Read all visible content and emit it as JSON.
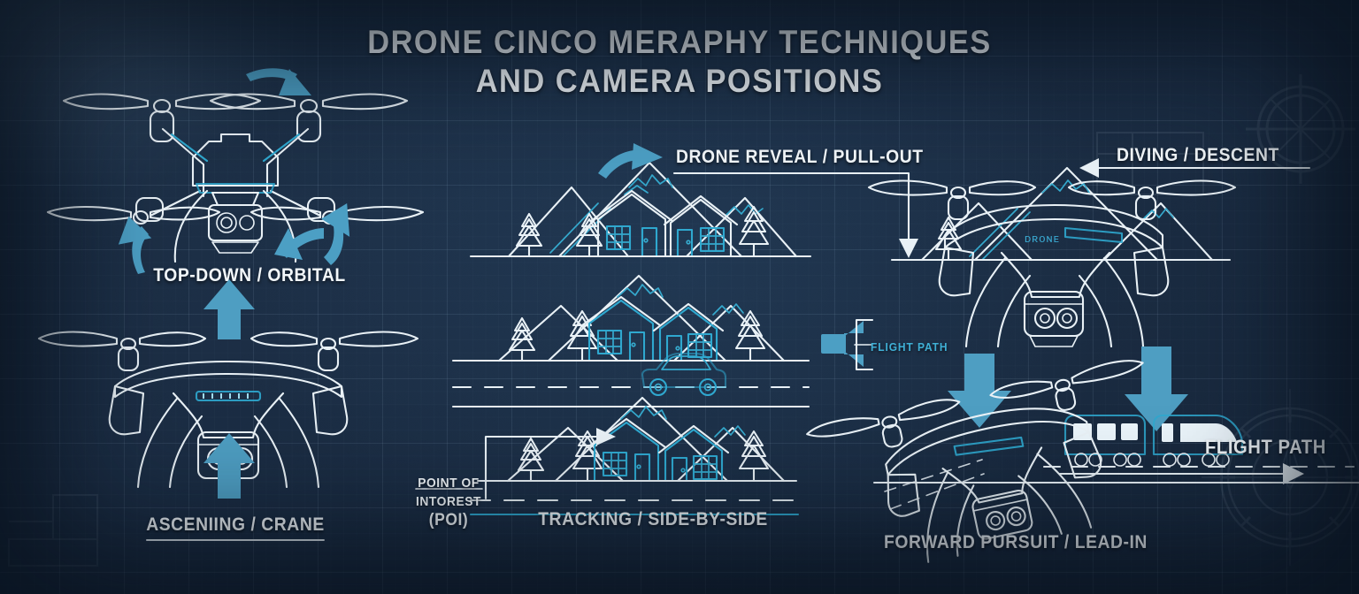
{
  "title": {
    "line1": "DRONE CINCO MERAPHY TECHNIQUES",
    "line2": "AND CAMERA POSITIONS"
  },
  "colors": {
    "background": "#1b2d44",
    "grid": "#afcde6",
    "ink_white": "#e9f1f6",
    "accent_cyan": "#2fa8cf",
    "arrow_blue": "#4c9fc4",
    "train_blue": "#2f86b8"
  },
  "labels": {
    "top_down_orbital": "TOP-DOWN / ORBITAL",
    "ascending_crane": "ASCENIING / CRANE",
    "drone_reveal": "DRONE REVEAL / PULL-OUT",
    "tracking": "TRACKING / SIDE-BY-SIDE",
    "diving_descent": "DIVING / DESCENT",
    "forward_pursuit": "FORWARD PURSUIT / LEAD-IN",
    "flight_path_left": "FLIGHT PATH",
    "flight_path_right": "FLIGHT PATH",
    "poi_line1": "POINT OF",
    "poi_line2": "INTOREST",
    "poi_line3": "(POI)"
  },
  "panels": [
    {
      "id": "top-down-orbital",
      "label": "TOP-DOWN / ORBITAL",
      "subject": "quadcopter-top-view",
      "arrows": [
        "curved-down-right",
        "curved-left",
        "curved-up-left",
        "curved-down"
      ]
    },
    {
      "id": "ascending-crane",
      "label": "ASCENIING / CRANE",
      "subject": "quadcopter-front-view",
      "arrows": [
        "up",
        "up"
      ]
    },
    {
      "id": "drone-reveal-pull-out",
      "label": "DRONE REVEAL / PULL-OUT",
      "subject": "mountain-village",
      "arrows": [
        "curved-reveal",
        "down-bracket"
      ]
    },
    {
      "id": "tracking-side-by-side",
      "label": "TRACKING / SIDE-BY-SIDE",
      "subject": "mountain-village-road-car",
      "arrows": [
        "poi-bracket-right"
      ]
    },
    {
      "id": "diving-descent",
      "label": "DIVING / DESCENT",
      "subject": "quadcopter-mountains",
      "arrows": [
        "left",
        "down"
      ]
    },
    {
      "id": "forward-pursuit-lead-in",
      "label": "FORWARD PURSUIT / LEAD-IN",
      "subject": "quadcopter-train",
      "arrows": [
        "down",
        "down",
        "right-flight-path"
      ]
    }
  ],
  "scene_elements": {
    "mountains": 3,
    "houses": 2,
    "trees": 4,
    "train_cars": 2,
    "car": 1,
    "drones": 3
  }
}
